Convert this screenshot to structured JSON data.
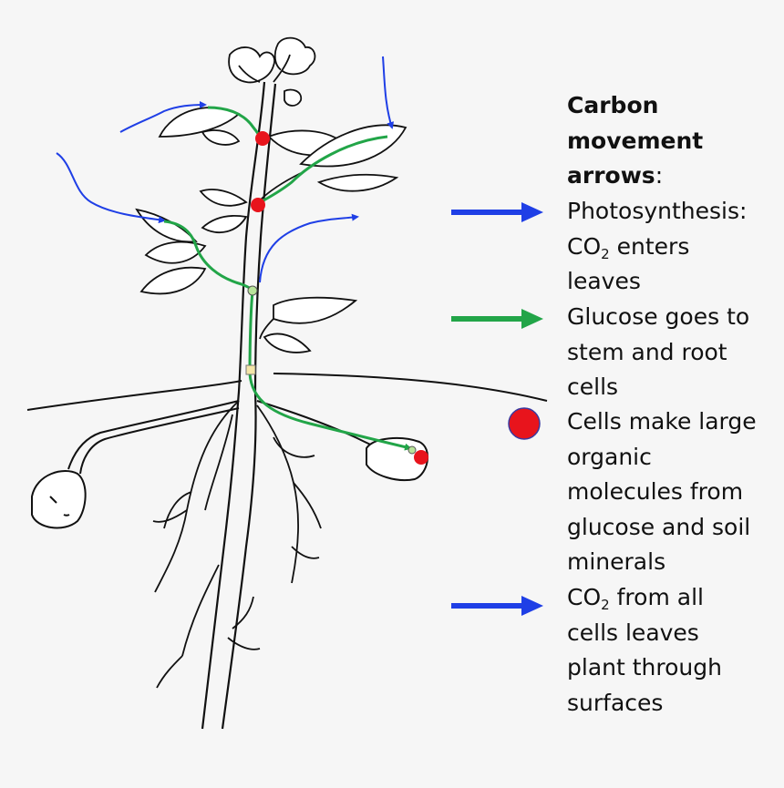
{
  "legend": {
    "title_line1": "Carbon",
    "title_line2": "movement",
    "title_line3_bold": "arrows",
    "title_line3_suffix": ":",
    "items": [
      {
        "marker": "blue-arrow",
        "lines": [
          "Photosynthesis:",
          "leaves"
        ],
        "co2_prefix": "CO",
        "co2_sub": "2",
        "co2_suffix": " enters"
      },
      {
        "marker": "green-arrow",
        "lines": [
          "Glucose goes to",
          "stem and root",
          "cells"
        ]
      },
      {
        "marker": "red-dot",
        "lines": [
          "Cells make large",
          "organic",
          "molecules from",
          "glucose and soil",
          "minerals"
        ]
      },
      {
        "marker": "blue-arrow",
        "co2_prefix": "CO",
        "co2_sub": "2",
        "co2_suffix": " from all",
        "lines": [
          "cells leaves",
          "plant through",
          "surfaces"
        ]
      }
    ]
  },
  "colors": {
    "co2_arrow": "#1f3fe6",
    "glucose_arrow": "#22a548",
    "cell_dot": "#e8141c",
    "outline": "#111111"
  }
}
